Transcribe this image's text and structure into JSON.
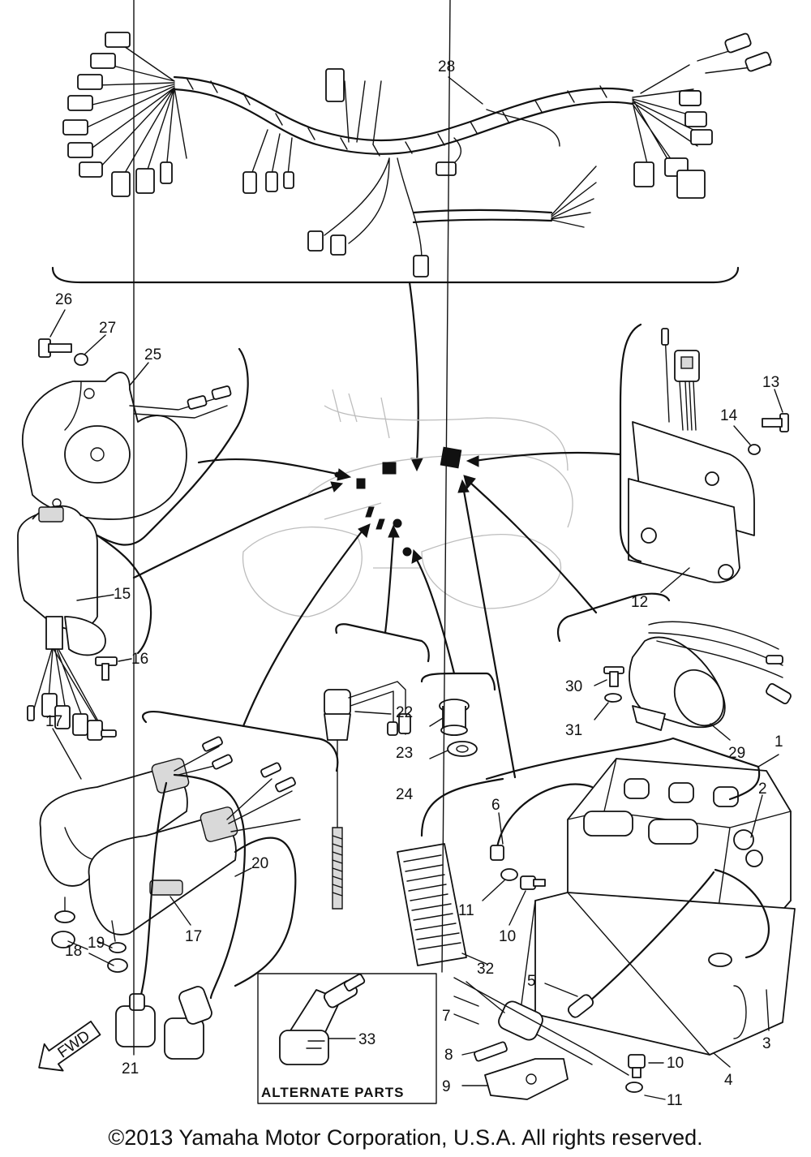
{
  "callouts": [
    {
      "id": "1",
      "label": "1"
    },
    {
      "id": "2",
      "label": "2"
    },
    {
      "id": "3",
      "label": "3"
    },
    {
      "id": "4",
      "label": "4"
    },
    {
      "id": "5",
      "label": "5"
    },
    {
      "id": "6",
      "label": "6"
    },
    {
      "id": "7",
      "label": "7"
    },
    {
      "id": "8",
      "label": "8"
    },
    {
      "id": "9",
      "label": "9"
    },
    {
      "id": "10a",
      "label": "10"
    },
    {
      "id": "10b",
      "label": "10"
    },
    {
      "id": "11a",
      "label": "11"
    },
    {
      "id": "11b",
      "label": "11"
    },
    {
      "id": "12",
      "label": "12"
    },
    {
      "id": "13",
      "label": "13"
    },
    {
      "id": "14",
      "label": "14"
    },
    {
      "id": "15",
      "label": "15"
    },
    {
      "id": "16",
      "label": "16"
    },
    {
      "id": "17a",
      "label": "17"
    },
    {
      "id": "17b",
      "label": "17"
    },
    {
      "id": "18",
      "label": "18"
    },
    {
      "id": "19",
      "label": "19"
    },
    {
      "id": "20",
      "label": "20"
    },
    {
      "id": "21",
      "label": "21"
    },
    {
      "id": "22",
      "label": "22"
    },
    {
      "id": "23",
      "label": "23"
    },
    {
      "id": "24",
      "label": "24"
    },
    {
      "id": "25",
      "label": "25"
    },
    {
      "id": "26",
      "label": "26"
    },
    {
      "id": "27",
      "label": "27"
    },
    {
      "id": "28",
      "label": "28"
    },
    {
      "id": "29",
      "label": "29"
    },
    {
      "id": "30",
      "label": "30"
    },
    {
      "id": "31",
      "label": "31"
    },
    {
      "id": "32",
      "label": "32"
    },
    {
      "id": "33",
      "label": "33"
    }
  ],
  "alternate_parts_label": "ALTERNATE PARTS",
  "fwd_label": "FWD",
  "copyright": "©2013 Yamaha Motor Corporation, U.S.A. All rights reserved."
}
